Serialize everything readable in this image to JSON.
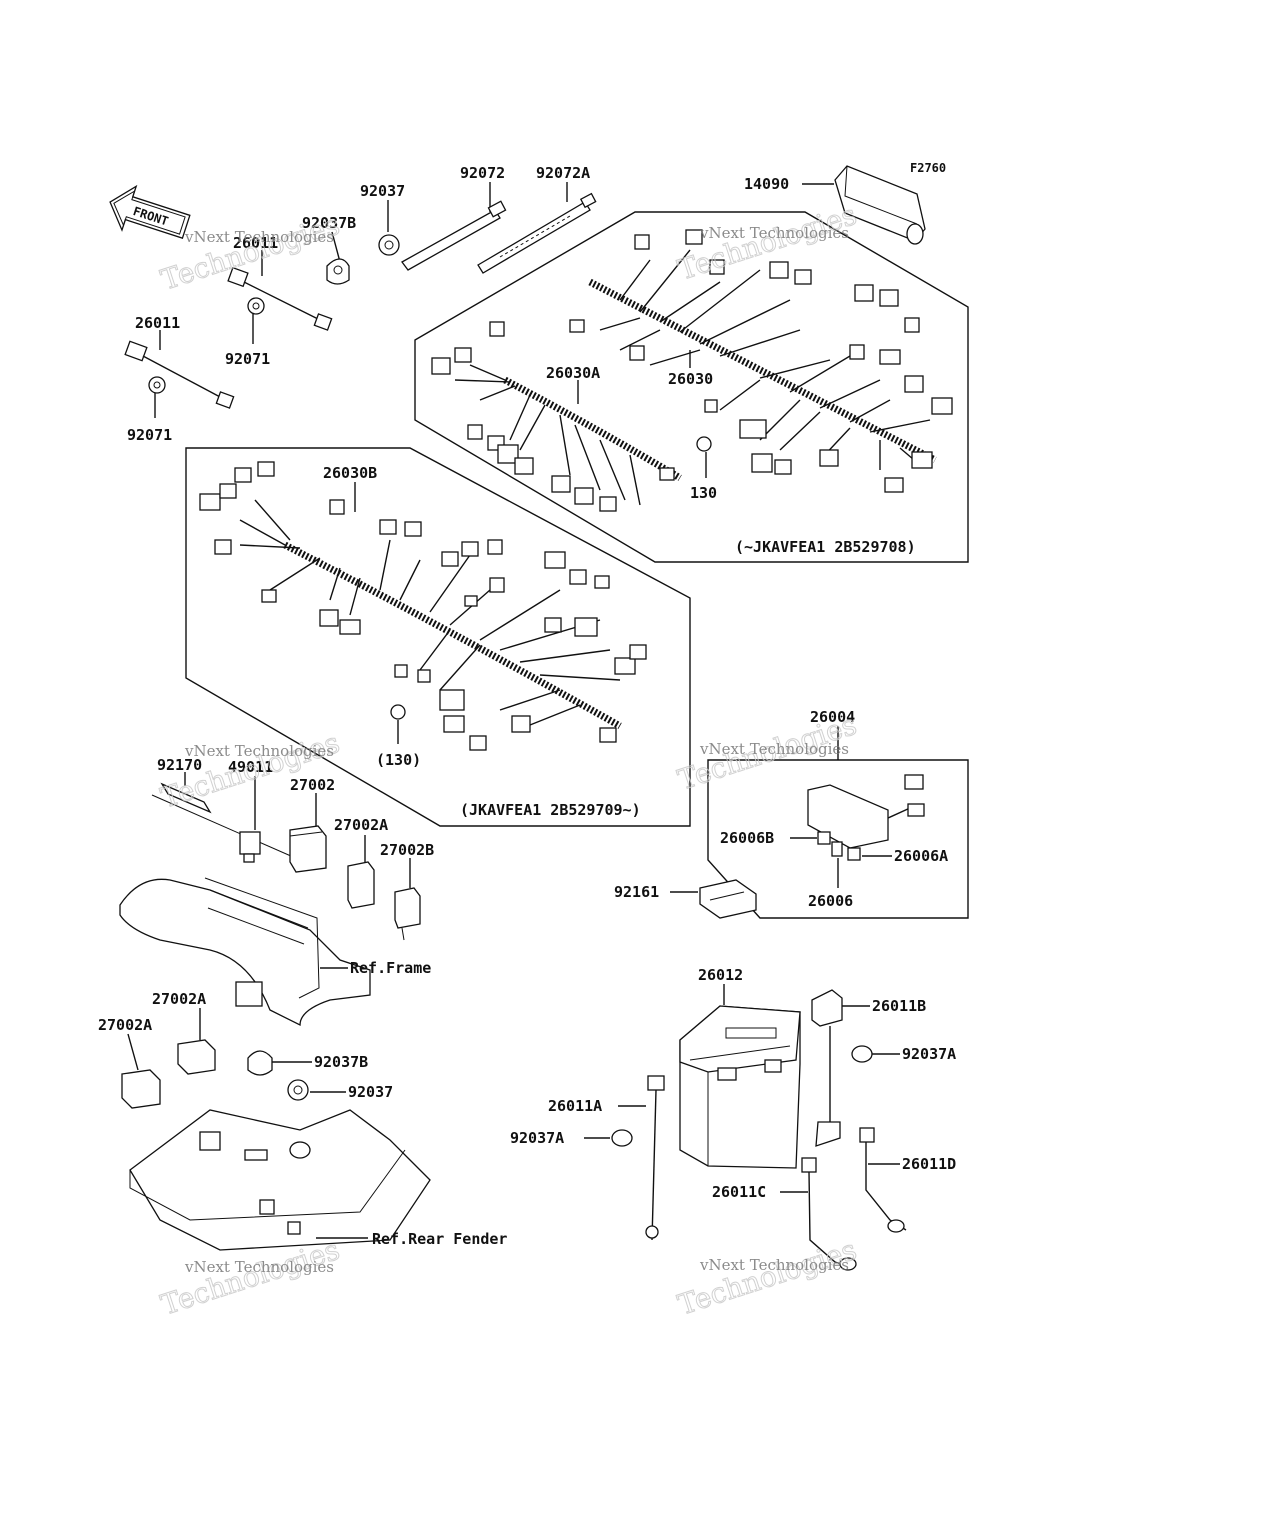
{
  "diagram": {
    "figure_code": "F2760",
    "front_arrow": "FRONT",
    "watermark": {
      "line1": "vNext Technologies",
      "line2": "Technologies"
    },
    "callouts": {
      "c14090": "14090",
      "c92072": "92072",
      "c92072A": "92072A",
      "c92037_top": "92037",
      "c92037B_top": "92037B",
      "c26011_top": "26011",
      "c92071_top": "92071",
      "c26011_left": "26011",
      "c92071_left": "92071",
      "c26030A": "26030A",
      "c26030": "26030",
      "c130": "130",
      "c26030B": "26030B",
      "c130_paren": "(130)",
      "c92170": "92170",
      "c49011": "49011",
      "c27002": "27002",
      "c27002A_mid": "27002A",
      "c27002B": "27002B",
      "ref_frame": "Ref.Frame",
      "c27002A_l1": "27002A",
      "c27002A_l2": "27002A",
      "c92037B_low": "92037B",
      "c92037_low": "92037",
      "ref_rear_fender": "Ref.Rear Fender",
      "c26004": "26004",
      "c26006B": "26006B",
      "c26006A": "26006A",
      "c26006": "26006",
      "c92161": "92161",
      "c26012": "26012",
      "c26011B": "26011B",
      "c92037A_r": "92037A",
      "c26011A": "26011A",
      "c92037A_l": "92037A",
      "c26011D": "26011D",
      "c26011C": "26011C"
    },
    "box_notes": {
      "upper": "(~JKAVFEA1 2B529708)",
      "lower": "(JKAVFEA1 2B529709~)"
    }
  }
}
